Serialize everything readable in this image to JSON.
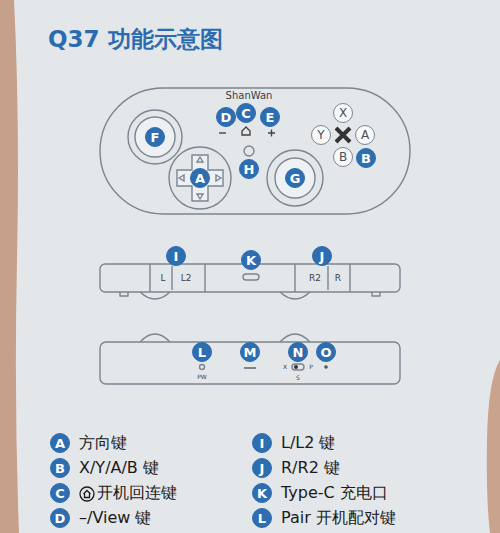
{
  "diagram": {
    "title": "Q37 功能示意图",
    "nodes": [
      {
        "text": [
          "C"
        ]
      },
      {
        "text": [
          "D"
        ]
      },
      {
        "text": [
          "E"
        ]
      },
      {
        "text": [
          "X"
        ]
      },
      {
        "text": [
          "F"
        ]
      },
      {
        "text": [
          "Y"
        ]
      },
      {
        "text": [
          "A"
        ]
      },
      {
        "text": [
          "B"
        ]
      },
      {
        "text": [
          "B"
        ]
      },
      {
        "text": [
          "H"
        ]
      },
      {
        "text": [
          "A"
        ]
      },
      {
        "text": [
          "G"
        ]
      },
      {
        "text": [
          "I"
        ]
      },
      {
        "text": [
          "K"
        ]
      },
      {
        "text": [
          "J"
        ]
      },
      {
        "text": [
          "L"
        ]
      },
      {
        "text": [
          "M"
        ]
      },
      {
        "text": [
          "N"
        ]
      },
      {
        "text": [
          "O"
        ]
      },
      {
        "text": [
          "A",
          "方向键"
        ]
      },
      {
        "text": [
          "I",
          "L/L2 键"
        ]
      },
      {
        "text": [
          "B",
          "X/Y/A/B 键"
        ]
      },
      {
        "text": [
          "J",
          "R/R2 键"
        ]
      },
      {
        "text": [
          "C",
          "开机回连键"
        ]
      },
      {
        "text": [
          "K",
          "Type-C 充电口"
        ]
      },
      {
        "text": [
          "D",
          "–/View 键"
        ]
      },
      {
        "text": [
          "L",
          "Pair 开机配对键"
        ]
      }
    ],
    "labels": [
      "ShanWan",
      "L",
      "L2",
      "R2",
      "R",
      "PW",
      "X",
      "S",
      "P"
    ]
  }
}
